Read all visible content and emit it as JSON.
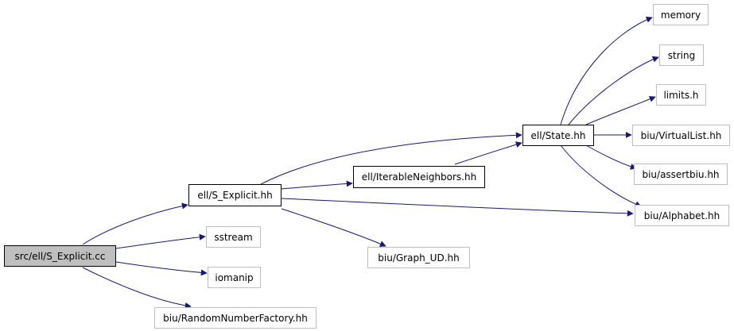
{
  "nodes": {
    "root": "src/ell/S_Explicit.cc",
    "s_explicit_hh": "ell/S_Explicit.hh",
    "sstream": "sstream",
    "iomanip": "iomanip",
    "random_number_factory": "biu/RandomNumberFactory.hh",
    "iterable_neighbors": "ell/IterableNeighbors.hh",
    "graph_ud": "biu/Graph_UD.hh",
    "state_hh": "ell/State.hh",
    "alphabet": "biu/Alphabet.hh",
    "memory": "memory",
    "string": "string",
    "limits": "limits.h",
    "virtual_list": "biu/VirtualList.hh",
    "assertbiu": "biu/assertbiu.hh"
  },
  "colors": {
    "edge": "#191970",
    "root_fill": "#bfbfbf",
    "external_border": "#bfbfbf"
  }
}
